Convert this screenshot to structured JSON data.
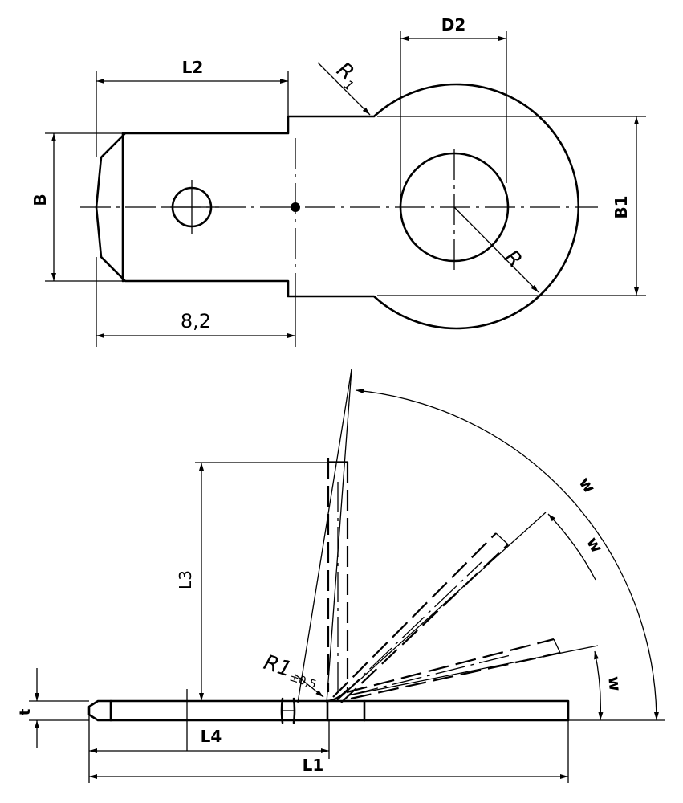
{
  "labels": {
    "l2": "L2",
    "d2": "D2",
    "r1_top": "R",
    "r1_top_sub": "1",
    "b": "B",
    "b1": "B1",
    "r": "R",
    "dim_82": "8,2",
    "l3": "L3",
    "w1": "w",
    "w2": "w",
    "w3": "w",
    "r1_bend": "R1",
    "r1_tol": "±0,5",
    "t": "t",
    "l4": "L4",
    "l1": "L1"
  }
}
